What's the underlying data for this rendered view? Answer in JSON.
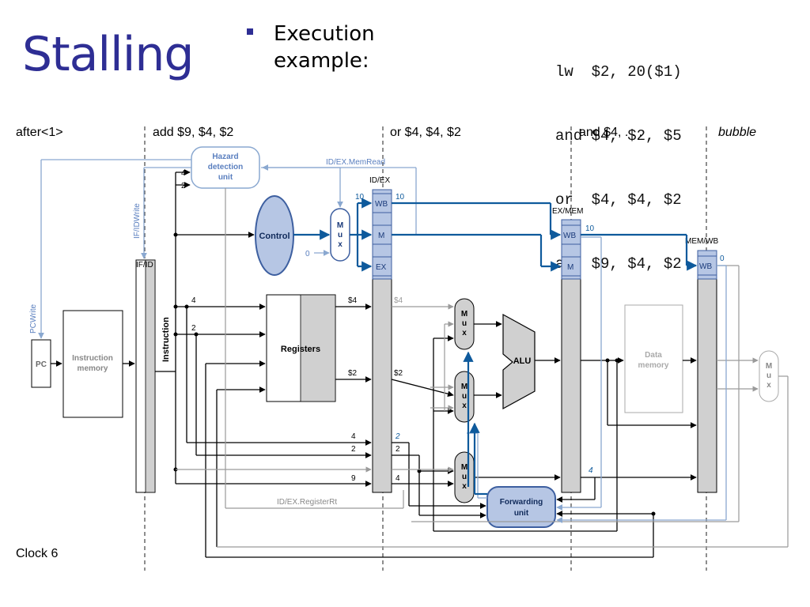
{
  "slide": {
    "title": "Stalling",
    "bullet_line1": "Execution",
    "bullet_line2": "example:",
    "code": [
      "lw  $2, 20($1)",
      "and $4, $2, $5",
      "or  $4, $4, $2",
      "add $9, $4, $2"
    ]
  },
  "diagram": {
    "stages": [
      "after<1>",
      "add $9, $4, $2",
      "or $4, $4, $2",
      "and $4, . . .",
      "bubble"
    ],
    "hazard_unit": [
      "Hazard",
      "detection",
      "unit"
    ],
    "control": "Control",
    "registers": "Registers",
    "alu": "ALU",
    "pc": "PC",
    "instruction_memory": [
      "Instruction",
      "memory"
    ],
    "data_memory": [
      "Data",
      "memory"
    ],
    "forwarding_unit": [
      "Forwarding",
      "unit"
    ],
    "mux_label": [
      "M",
      "u",
      "x"
    ],
    "pipeline_regs": [
      "IF/ID",
      "ID/EX",
      "EX/MEM",
      "MEM/WB"
    ],
    "field_labels": [
      "WB",
      "M",
      "EX"
    ],
    "signals": {
      "id_ex_memread": "ID/EX.MemRead",
      "if_id_write": "IF/IDWrite",
      "pc_write": "PCWrite",
      "instruction": "Instruction",
      "id_ex_registerrt": "ID/EX.RegisterRt"
    },
    "values": {
      "hz4": "4",
      "hz2": "2",
      "ctrl10": "10",
      "mux0": "0",
      "idex_wb10": "10",
      "exmem10": "10",
      "memwb0": "0",
      "rs4": "4",
      "rt2": "2",
      "reg_s4": "$4",
      "reg_s2": "$2",
      "gray_s4": "$4",
      "out_s2": "$2",
      "rs_bot": "4",
      "rt_bot": "2",
      "rd_bot": "9",
      "fw2": "2",
      "fw2b": "2",
      "fw4": "4",
      "exmem4": "4"
    },
    "clock": "Clock 6"
  },
  "colors": {
    "title": "#2e2e94",
    "highlight_blue": "#0e5a9c",
    "light_blue": "#8aa8d0",
    "unit_fill": "#b6c6e4",
    "unit_stroke": "#3d5fa0",
    "gray": "#9a9a9a",
    "pipe_fill": "#d0d0d0"
  }
}
